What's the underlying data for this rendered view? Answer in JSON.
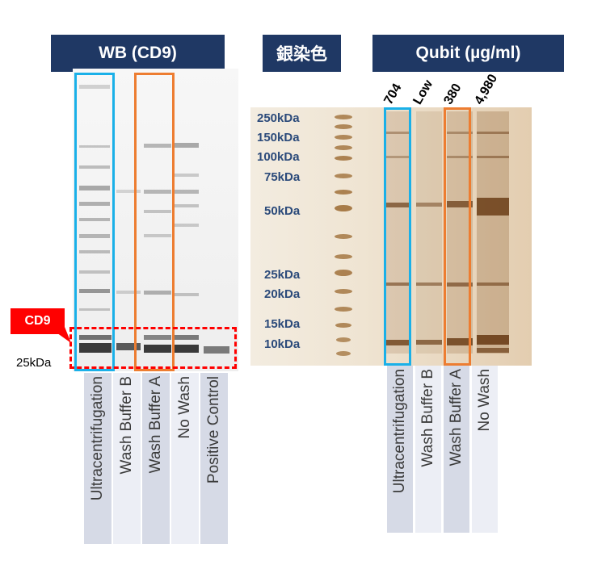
{
  "headers": {
    "wb": "WB (CD9)",
    "silver": "銀染色",
    "qubit": "Qubit (µg/ml)"
  },
  "wb": {
    "cd9_tag": "CD9",
    "marker_25": "25kDa",
    "lane_labels": [
      "Ultracentrifugation",
      "Wash Buffer B",
      "Wash Buffer A",
      "No Wash",
      "Positive Control"
    ]
  },
  "silver": {
    "markers": [
      "250kDa",
      "150kDa",
      "100kDa",
      "75kDa",
      "50kDa",
      "25kDa",
      "20kDa",
      "15kDa",
      "10kDa"
    ],
    "qubit_values": [
      "704",
      "Low",
      "380",
      "4,980"
    ],
    "lane_labels": [
      "Ultracentrifugation",
      "Wash Buffer B",
      "Wash Buffer A",
      "No Wash"
    ]
  },
  "colors": {
    "header_bg": "#1f3864",
    "cyan_box": "#1ab0e8",
    "orange_box": "#ed7d31",
    "red_box": "#ff0000",
    "label_bg_dark": "#d6dae6",
    "label_bg_light": "#eceef5"
  }
}
